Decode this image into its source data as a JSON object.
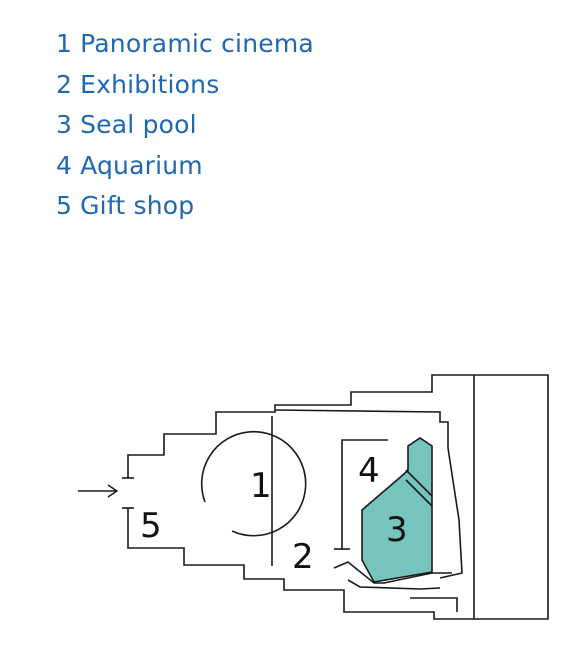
{
  "legend": {
    "color": "#1f67b1",
    "items": [
      {
        "number": "1",
        "label": "Panoramic cinema"
      },
      {
        "number": "2",
        "label": "Exhibitions"
      },
      {
        "number": "3",
        "label": "Seal pool"
      },
      {
        "number": "4",
        "label": "Aquarium"
      },
      {
        "number": "5",
        "label": "Gift shop"
      }
    ]
  },
  "map": {
    "wall_color": "#1a1a1a",
    "pool_color": "#76c4be",
    "entrance_icon": "arrow-right-icon",
    "rooms": [
      {
        "number": "1"
      },
      {
        "number": "2"
      },
      {
        "number": "3"
      },
      {
        "number": "4"
      },
      {
        "number": "5"
      }
    ]
  }
}
